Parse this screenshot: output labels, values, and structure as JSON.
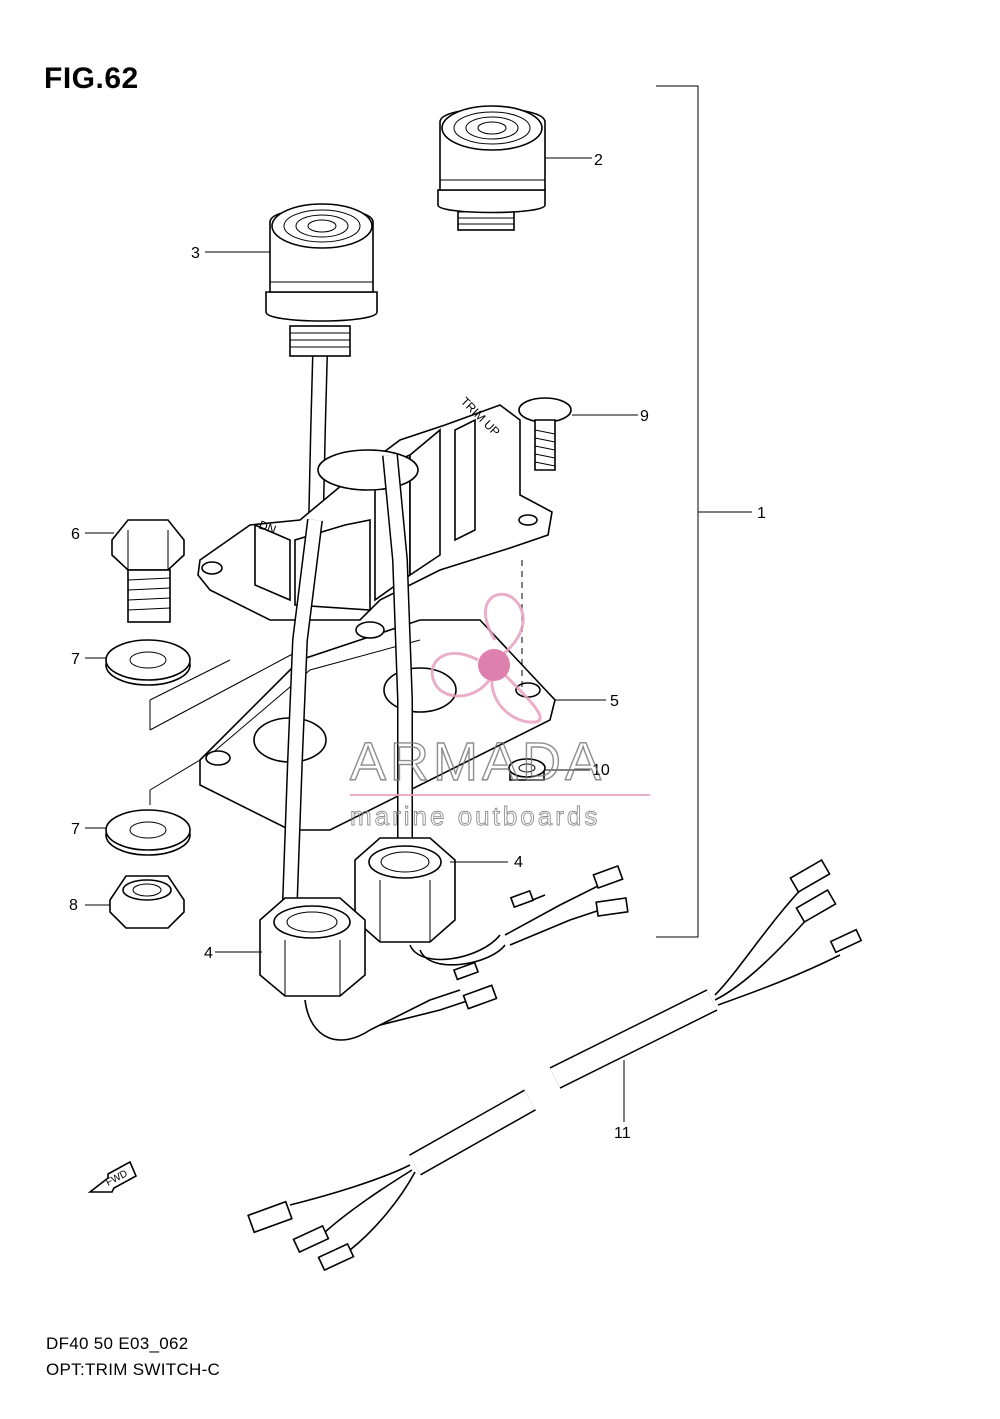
{
  "figure": {
    "title": "FIG.62",
    "code": "DF40 50 E03_062",
    "name": "OPT:TRIM SWITCH-C"
  },
  "callouts": [
    "1",
    "2",
    "3",
    "4",
    "4",
    "5",
    "6",
    "7",
    "7",
    "8",
    "9",
    "10",
    "11"
  ],
  "part_markings": {
    "up_switch": "TRIM UP",
    "down_switch": "DN",
    "forward_arrow": "FWD"
  },
  "watermark": {
    "brand": "ARMADA",
    "tagline": "marine outboards",
    "logo_colors": [
      "#e8a0c0",
      "#d86aa0"
    ],
    "text_color": "#7a7a7a"
  }
}
